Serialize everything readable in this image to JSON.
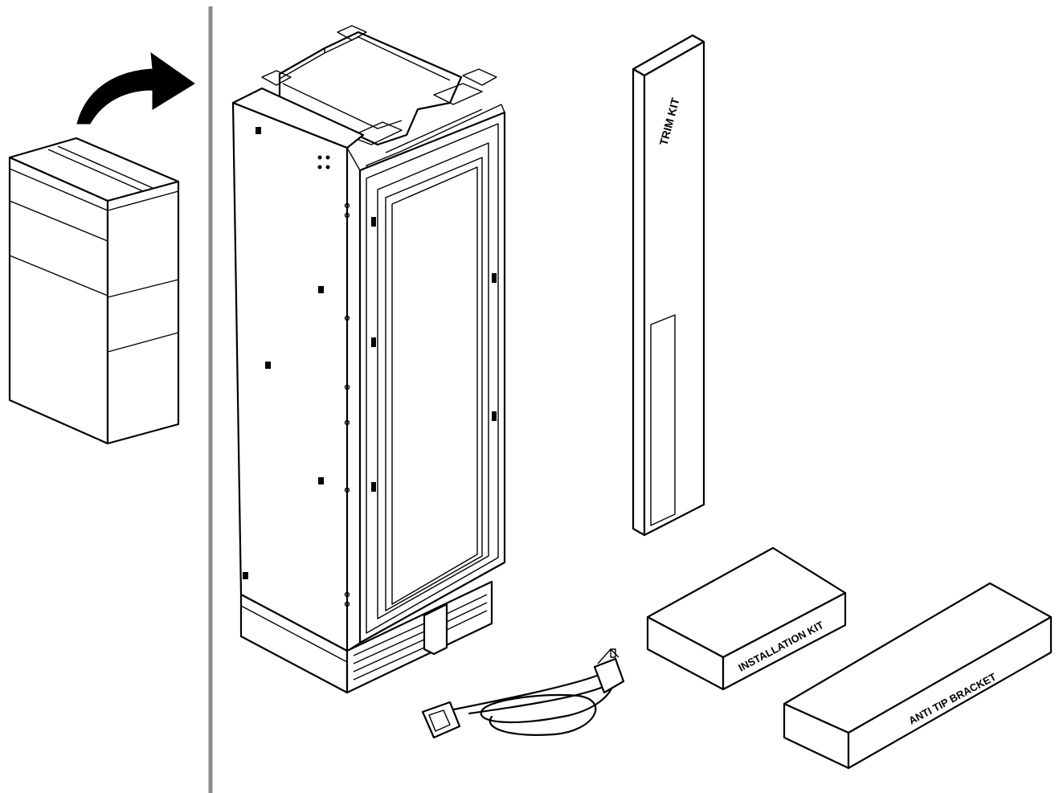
{
  "labels": {
    "trim_kit": "TRIM KIT",
    "installation_kit": "INSTALLATION KIT",
    "anti_tip_bracket": "ANTI TIP BRACKET"
  },
  "colors": {
    "line": "#000000",
    "divider": "#8a8a8a",
    "background": "#ffffff",
    "box_face_light": "#ffffff"
  },
  "icons": [
    "curved-arrow-icon",
    "packaging-box-icon",
    "refrigerator-icon",
    "power-cord-icon"
  ]
}
